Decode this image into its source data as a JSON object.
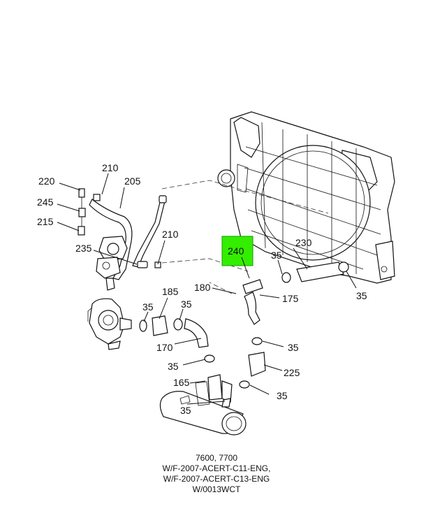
{
  "callouts": {
    "c210a": "210",
    "c220": "220",
    "c205": "205",
    "c245": "245",
    "c215": "215",
    "c210b": "210",
    "c235": "235",
    "c240": "240",
    "c230": "230",
    "c35a": "35",
    "c35b": "35",
    "c180": "180",
    "c175": "175",
    "c185": "185",
    "c35c": "35",
    "c35d": "35",
    "c170": "170",
    "c35e": "35",
    "c35f": "35",
    "c225": "225",
    "c165": "165",
    "c35g": "35",
    "c35h": "35"
  },
  "highlight": {
    "callout": "240",
    "color": "#33ee00"
  },
  "caption": {
    "line1": "7600, 7700",
    "line2": "W/F-2007-ACERT-C11-ENG,",
    "line3": "W/F-2007-ACERT-C13-ENG",
    "line4": "W/0013WCT"
  }
}
